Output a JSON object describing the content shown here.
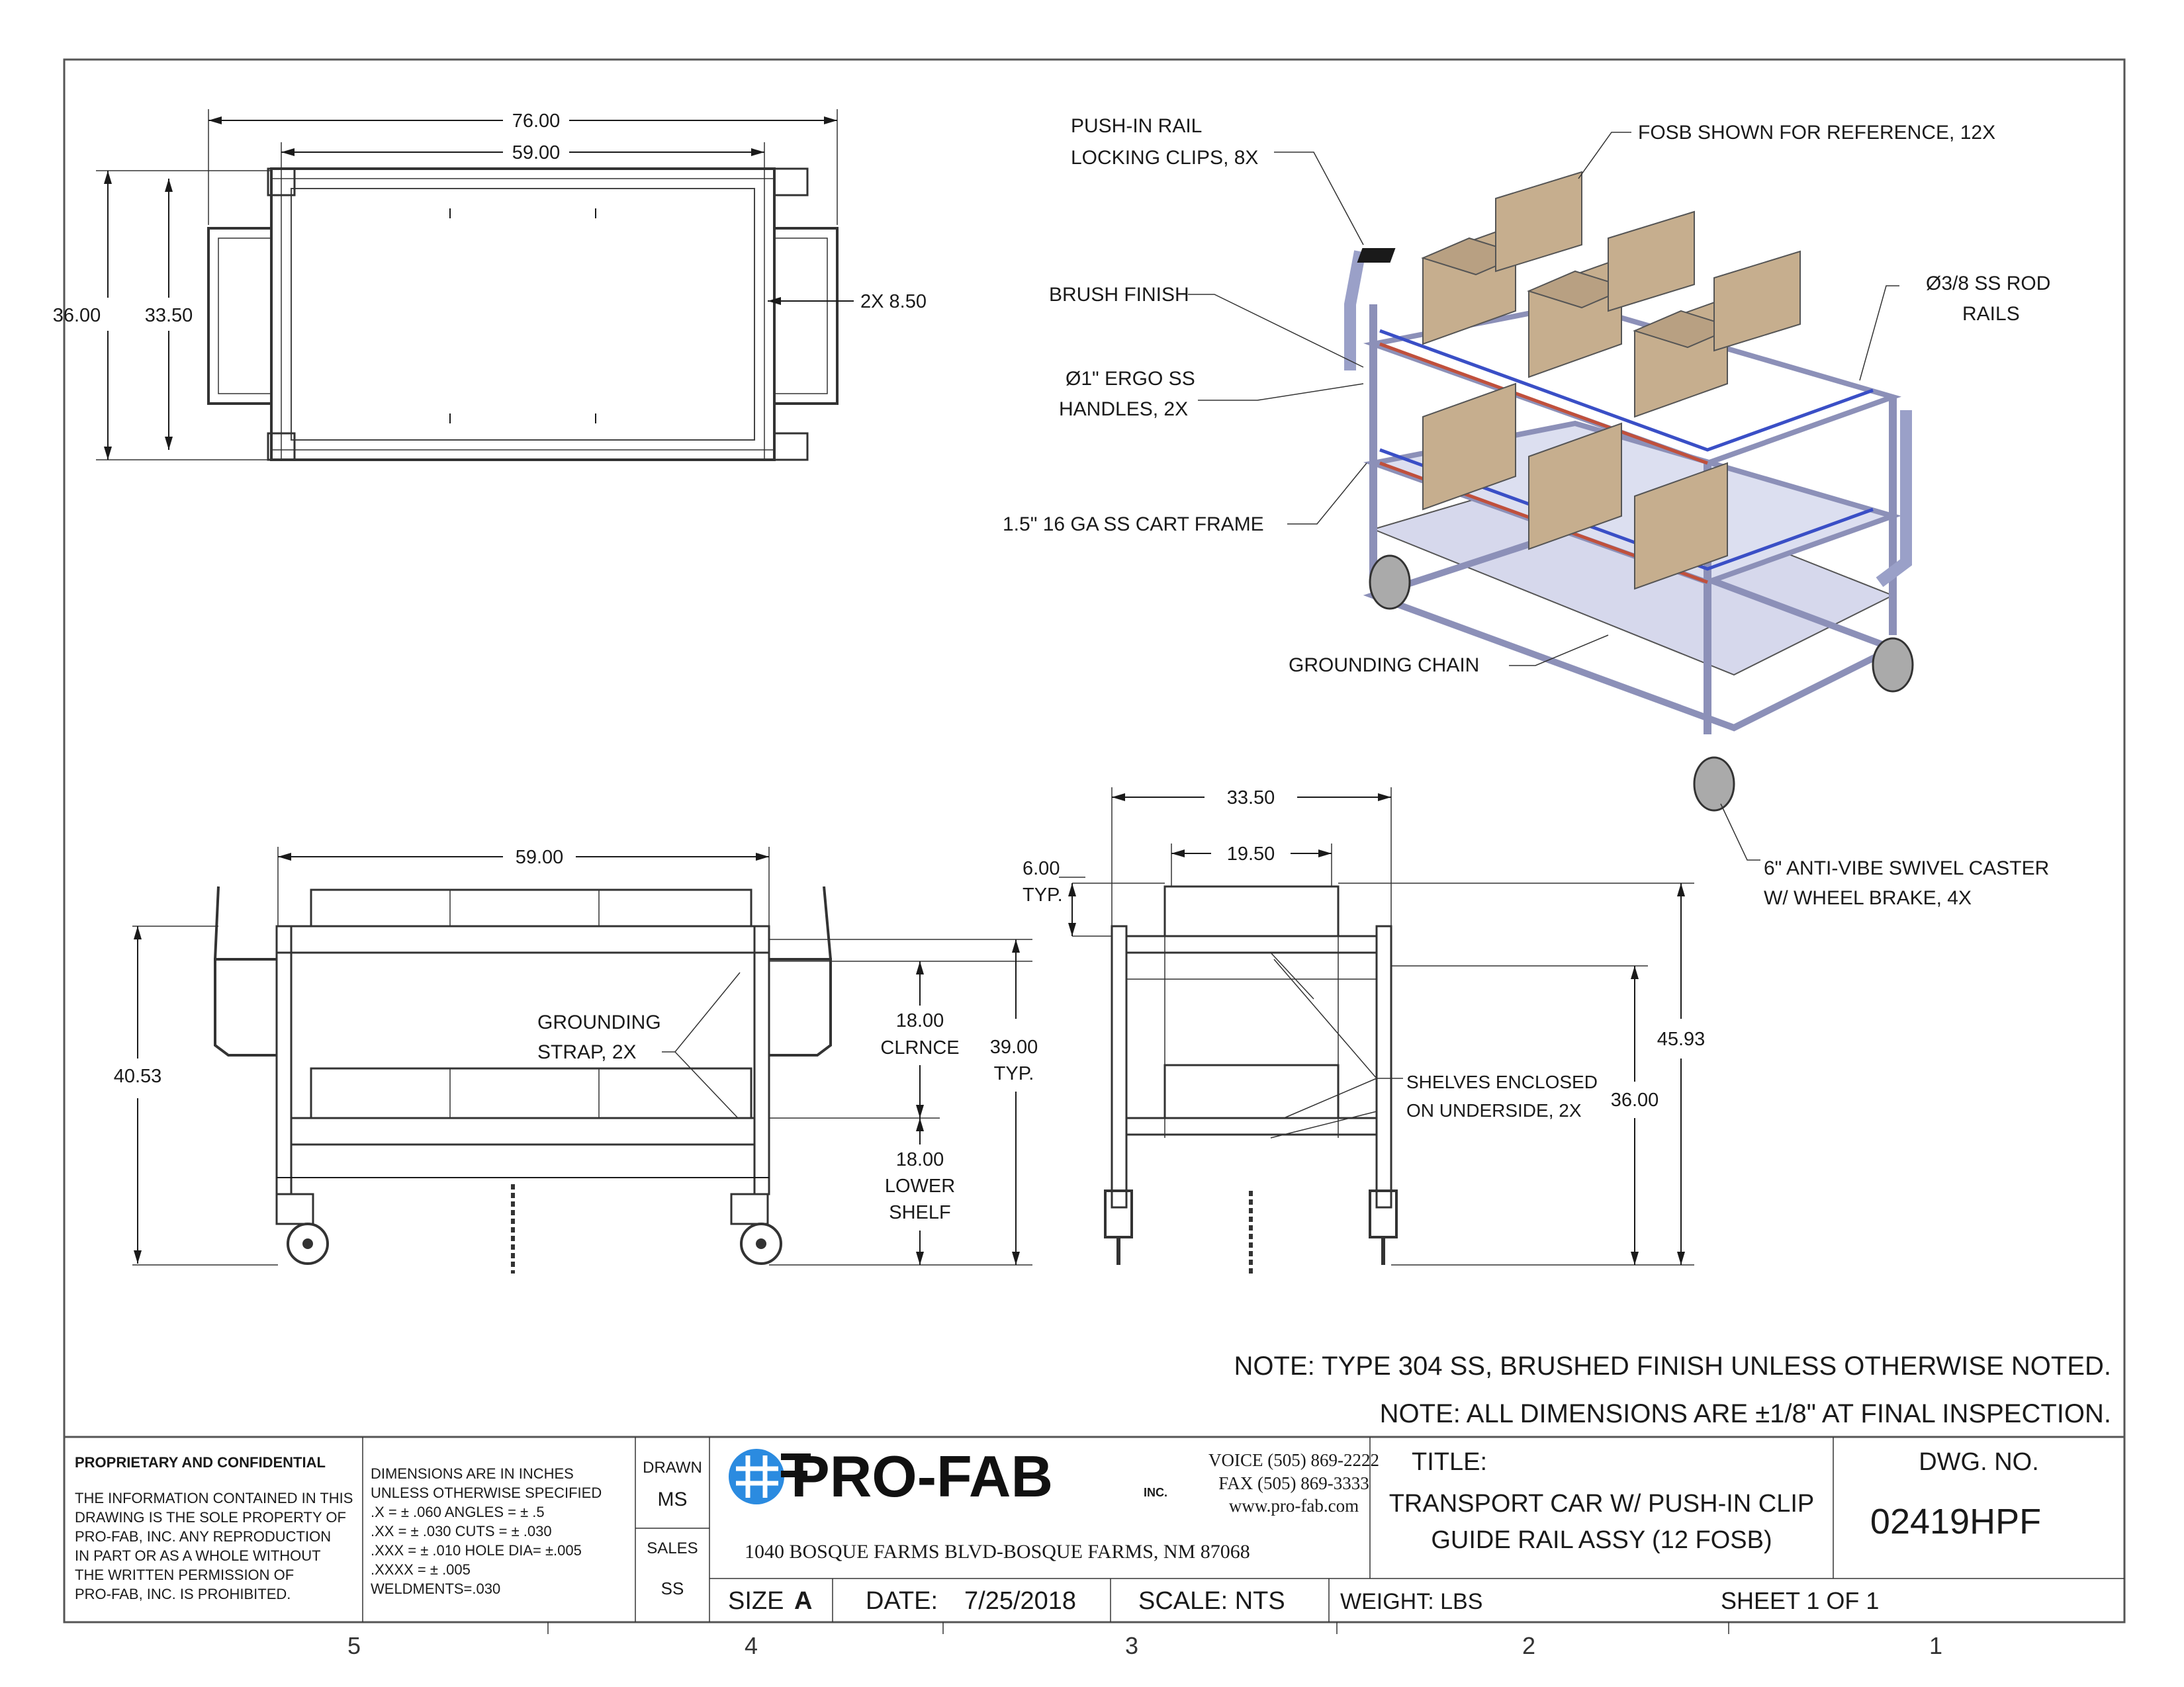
{
  "top_view": {
    "dim_overall_length": "76.00",
    "dim_frame_length": "59.00",
    "dim_overall_width": "36.00",
    "dim_frame_width": "33.50",
    "dim_handle": "2X 8.50"
  },
  "iso_callouts": {
    "locking_clips_1": "PUSH-IN RAIL",
    "locking_clips_2": "LOCKING CLIPS, 8X",
    "fosb": "FOSB SHOWN FOR REFERENCE, 12X",
    "brush_finish": "BRUSH FINISH",
    "rod_rails_1": "Ø3/8 SS ROD",
    "rod_rails_2": "RAILS",
    "ergo_handles_1": "Ø1\" ERGO SS",
    "ergo_handles_2": "HANDLES, 2X",
    "cart_frame": "1.5\" 16 GA SS CART FRAME",
    "grounding_chain": "GROUNDING CHAIN",
    "caster_1": "6\" ANTI-VIBE SWIVEL CASTER",
    "caster_2": "W/ WHEEL BRAKE, 4X"
  },
  "front_view": {
    "dim_length": "59.00",
    "dim_total_height": "40.53",
    "grounding_strap_1": "GROUNDING",
    "grounding_strap_2": "STRAP, 2X",
    "clearance_1": "18.00",
    "clearance_2": "CLRNCE",
    "lower_shelf_1": "18.00",
    "lower_shelf_2": "LOWER",
    "lower_shelf_3": "SHELF",
    "typ_height_1": "39.00",
    "typ_height_2": "TYP."
  },
  "side_view": {
    "dim_width": "33.50",
    "dim_inner": "19.50",
    "dim_rail_1": "6.00",
    "dim_rail_2": "TYP.",
    "shelves_1": "SHELVES ENCLOSED",
    "shelves_2": "ON UNDERSIDE, 2X",
    "dim_shelf_height": "36.00",
    "dim_total_height": "45.93"
  },
  "notes": {
    "note1": "NOTE: TYPE 304 SS, BRUSHED FINISH UNLESS OTHERWISE NOTED.",
    "note2": "NOTE: ALL DIMENSIONS ARE  ±1/8\" AT FINAL INSPECTION."
  },
  "title_block": {
    "proprietary_title": "PROPRIETARY AND CONFIDENTIAL",
    "proprietary_lines": [
      "THE INFORMATION CONTAINED IN THIS",
      "DRAWING IS THE SOLE PROPERTY OF",
      "PRO-FAB, INC.  ANY REPRODUCTION",
      "IN PART OR AS A WHOLE WITHOUT",
      "THE WRITTEN PERMISSION OF",
      "PRO-FAB, INC. IS PROHIBITED."
    ],
    "tolerance_lines": [
      "DIMENSIONS ARE IN INCHES",
      "UNLESS OTHERWISE SPECIFIED",
      ".X = ± .060      ANGLES =  ± .5",
      ".XX = ± .030      CUTS =  ± .030",
      ".XXX = ± .010    HOLE DIA= ±.005",
      ".XXXX = ± .005",
      "WELDMENTS=.030"
    ],
    "drawn_label": "DRAWN",
    "drawn_value": "MS",
    "sales_label": "SALES",
    "sales_value": "SS",
    "logo_text": "PRO-FAB",
    "logo_inc": "INC.",
    "voice": "VOICE (505) 869-2222",
    "fax": "FAX (505) 869-3333",
    "web": "www.pro-fab.com",
    "address": "1040 BOSQUE FARMS BLVD-BOSQUE FARMS, NM 87068",
    "title_label": "TITLE:",
    "title_line1": "TRANSPORT CAR W/ PUSH-IN CLIP",
    "title_line2": "GUIDE RAIL ASSY (12 FOSB)",
    "dwg_label": "DWG.  NO.",
    "dwg_value": "02419HPF",
    "size_label": "SIZE",
    "size_value": "A",
    "date_label": "DATE:",
    "date_value": "7/25/2018",
    "scale": "SCALE: NTS",
    "weight": "WEIGHT:  LBS",
    "sheet": "SHEET 1 OF 1"
  },
  "zones": [
    "5",
    "4",
    "3",
    "2",
    "1"
  ],
  "colors": {
    "steel": "#a4a8c8",
    "box": "#c6ae8e",
    "rail_blue": "#3a4fc6",
    "rail_red": "#c0503c"
  }
}
